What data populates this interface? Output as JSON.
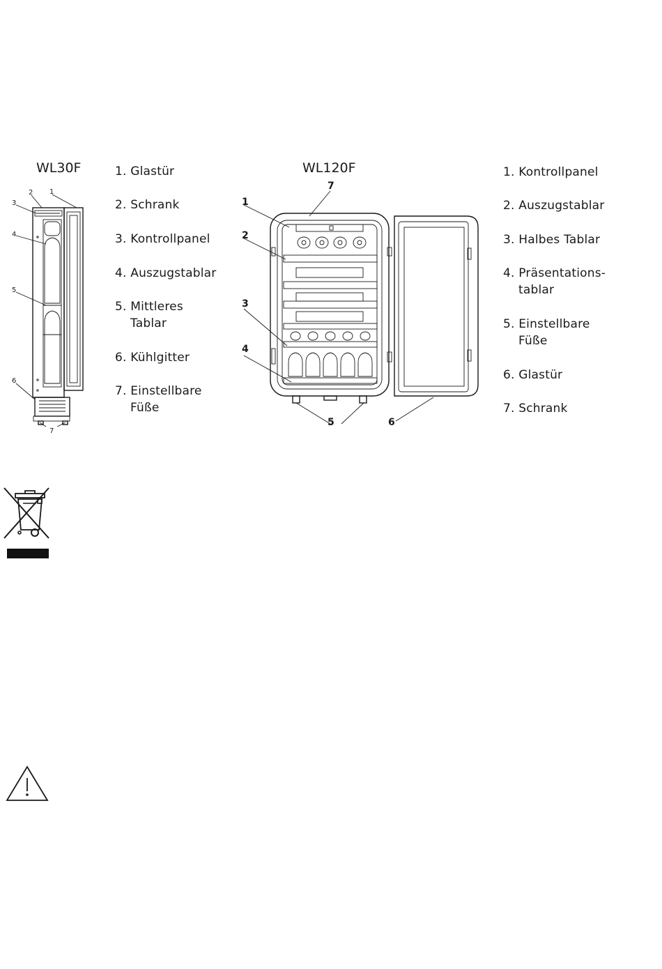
{
  "models": {
    "left": {
      "title": "WL30F",
      "legend": [
        {
          "num": "1.",
          "text": "Glastür"
        },
        {
          "num": "2.",
          "text": "Schrank"
        },
        {
          "num": "3.",
          "text": "Kontrollpanel"
        },
        {
          "num": "4.",
          "text": "Auszugstablar"
        },
        {
          "num": "5.",
          "text": "Mittleres",
          "cont": "Tablar"
        },
        {
          "num": "6.",
          "text": "Kühlgitter"
        },
        {
          "num": "7.",
          "text": "Einstellbare",
          "cont": "Füße"
        }
      ],
      "callouts": [
        "1",
        "2",
        "3",
        "4",
        "5",
        "6",
        "7"
      ]
    },
    "right": {
      "title": "WL120F",
      "legend": [
        {
          "num": "1.",
          "text": "Kontrollpanel"
        },
        {
          "num": "2.",
          "text": "Auszugstablar"
        },
        {
          "num": "3.",
          "text": "Halbes Tablar"
        },
        {
          "num": "4.",
          "text": "Präsentations-",
          "cont": "tablar"
        },
        {
          "num": "5.",
          "text": "Einstellbare",
          "cont": "Füße"
        },
        {
          "num": "6.",
          "text": "Glastür"
        },
        {
          "num": "7.",
          "text": "Schrank"
        }
      ],
      "callouts": [
        "1",
        "2",
        "3",
        "4",
        "5",
        "6",
        "7"
      ]
    }
  },
  "icons": {
    "weee": "crossed-out-wheelie-bin-icon",
    "warning": "warning-triangle-icon"
  }
}
